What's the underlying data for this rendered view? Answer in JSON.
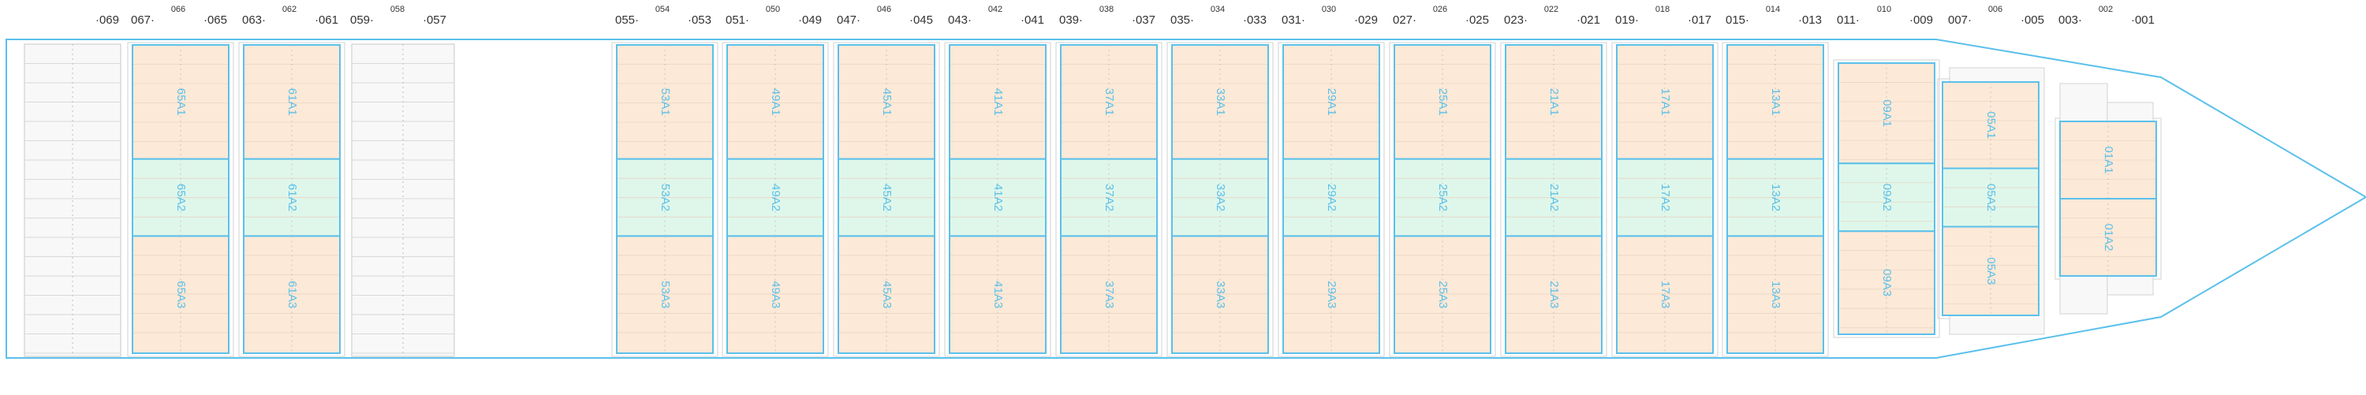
{
  "colors": {
    "hull": "#5bc0eb",
    "grid": "#d9d9d9",
    "grid_dots": "#bdbdbd",
    "hold_fill": "#f8f8f8",
    "bay_border": "#5bc0eb",
    "tier_a1_fill": "#fde9d7",
    "tier_a2_fill": "#dff7ea",
    "tier_a3_fill": "#fde9d7",
    "bay_label": "#5bc0eb",
    "bay_numbers": "#333333"
  },
  "bay_number_rows": [
    {
      "left": "",
      "mid": "",
      "right": "069"
    },
    {
      "left": "067",
      "mid": "066",
      "right": "065"
    },
    {
      "left": "063",
      "mid": "062",
      "right": "061"
    },
    {
      "left": "059",
      "mid": "058",
      "right": "057"
    },
    {
      "left": "055",
      "mid": "054",
      "right": "053"
    },
    {
      "left": "051",
      "mid": "050",
      "right": "049"
    },
    {
      "left": "047",
      "mid": "046",
      "right": "045"
    },
    {
      "left": "043",
      "mid": "042",
      "right": "041"
    },
    {
      "left": "039",
      "mid": "038",
      "right": "037"
    },
    {
      "left": "035",
      "mid": "034",
      "right": "033"
    },
    {
      "left": "031",
      "mid": "030",
      "right": "029"
    },
    {
      "left": "027",
      "mid": "026",
      "right": "025"
    },
    {
      "left": "023",
      "mid": "022",
      "right": "021"
    },
    {
      "left": "019",
      "mid": "018",
      "right": "017"
    },
    {
      "left": "015",
      "mid": "014",
      "right": "013"
    },
    {
      "left": "011",
      "mid": "010",
      "right": "009"
    },
    {
      "left": "007",
      "mid": "006",
      "right": "005"
    },
    {
      "left": "003",
      "mid": "002",
      "right": "001"
    }
  ],
  "bays": [
    {
      "id": "65",
      "tiers": [
        "65A1",
        "65A2",
        "65A3"
      ]
    },
    {
      "id": "61",
      "tiers": [
        "61A1",
        "61A2",
        "61A3"
      ]
    },
    {
      "id": "53",
      "tiers": [
        "53A1",
        "53A2",
        "53A3"
      ]
    },
    {
      "id": "49",
      "tiers": [
        "49A1",
        "49A2",
        "49A3"
      ]
    },
    {
      "id": "45",
      "tiers": [
        "45A1",
        "45A2",
        "45A3"
      ]
    },
    {
      "id": "41",
      "tiers": [
        "41A1",
        "41A2",
        "41A3"
      ]
    },
    {
      "id": "37",
      "tiers": [
        "37A1",
        "37A2",
        "37A3"
      ]
    },
    {
      "id": "33",
      "tiers": [
        "33A1",
        "33A2",
        "33A3"
      ]
    },
    {
      "id": "29",
      "tiers": [
        "29A1",
        "29A2",
        "29A3"
      ]
    },
    {
      "id": "25",
      "tiers": [
        "25A1",
        "25A2",
        "25A3"
      ]
    },
    {
      "id": "21",
      "tiers": [
        "21A1",
        "21A2",
        "21A3"
      ]
    },
    {
      "id": "17",
      "tiers": [
        "17A1",
        "17A2",
        "17A3"
      ]
    },
    {
      "id": "13",
      "tiers": [
        "13A1",
        "13A2",
        "13A3"
      ]
    },
    {
      "id": "09",
      "tiers": [
        "09A1",
        "09A2",
        "09A3"
      ]
    },
    {
      "id": "05",
      "tiers": [
        "05A1",
        "05A2",
        "05A3"
      ]
    },
    {
      "id": "01",
      "tiers": [
        "01A1",
        "01A2"
      ]
    }
  ]
}
